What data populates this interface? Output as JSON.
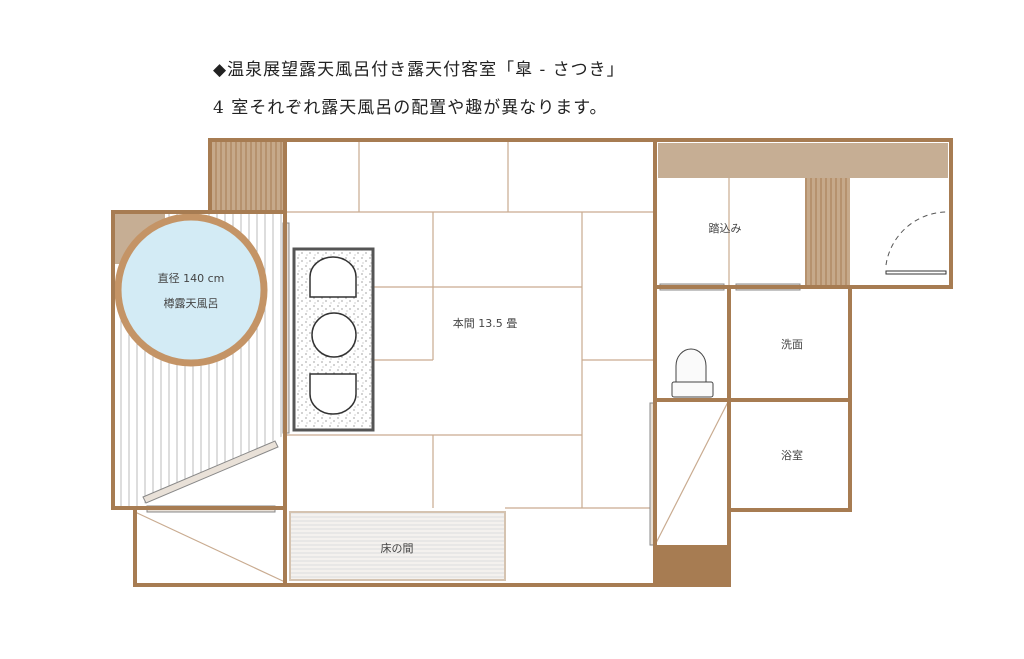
{
  "header": {
    "title": "◆温泉展望露天風呂付き露天付客室「皐 - さつき」",
    "subtitle": "4 室それぞれ露天風呂の配置や趣が異なります。"
  },
  "rooms": {
    "bath_size": "直径 140 cm",
    "bath_name": "樽露天風呂",
    "main_room": "本間 13.5 畳",
    "tokonoma": "床の間",
    "entry": "踏込み",
    "washroom": "洗面",
    "bathroom": "浴室"
  },
  "colors": {
    "wall": "#a77c52",
    "tan": "#c6ae94",
    "tatami_line": "#c9ab90",
    "water": "#d3ebf5"
  }
}
